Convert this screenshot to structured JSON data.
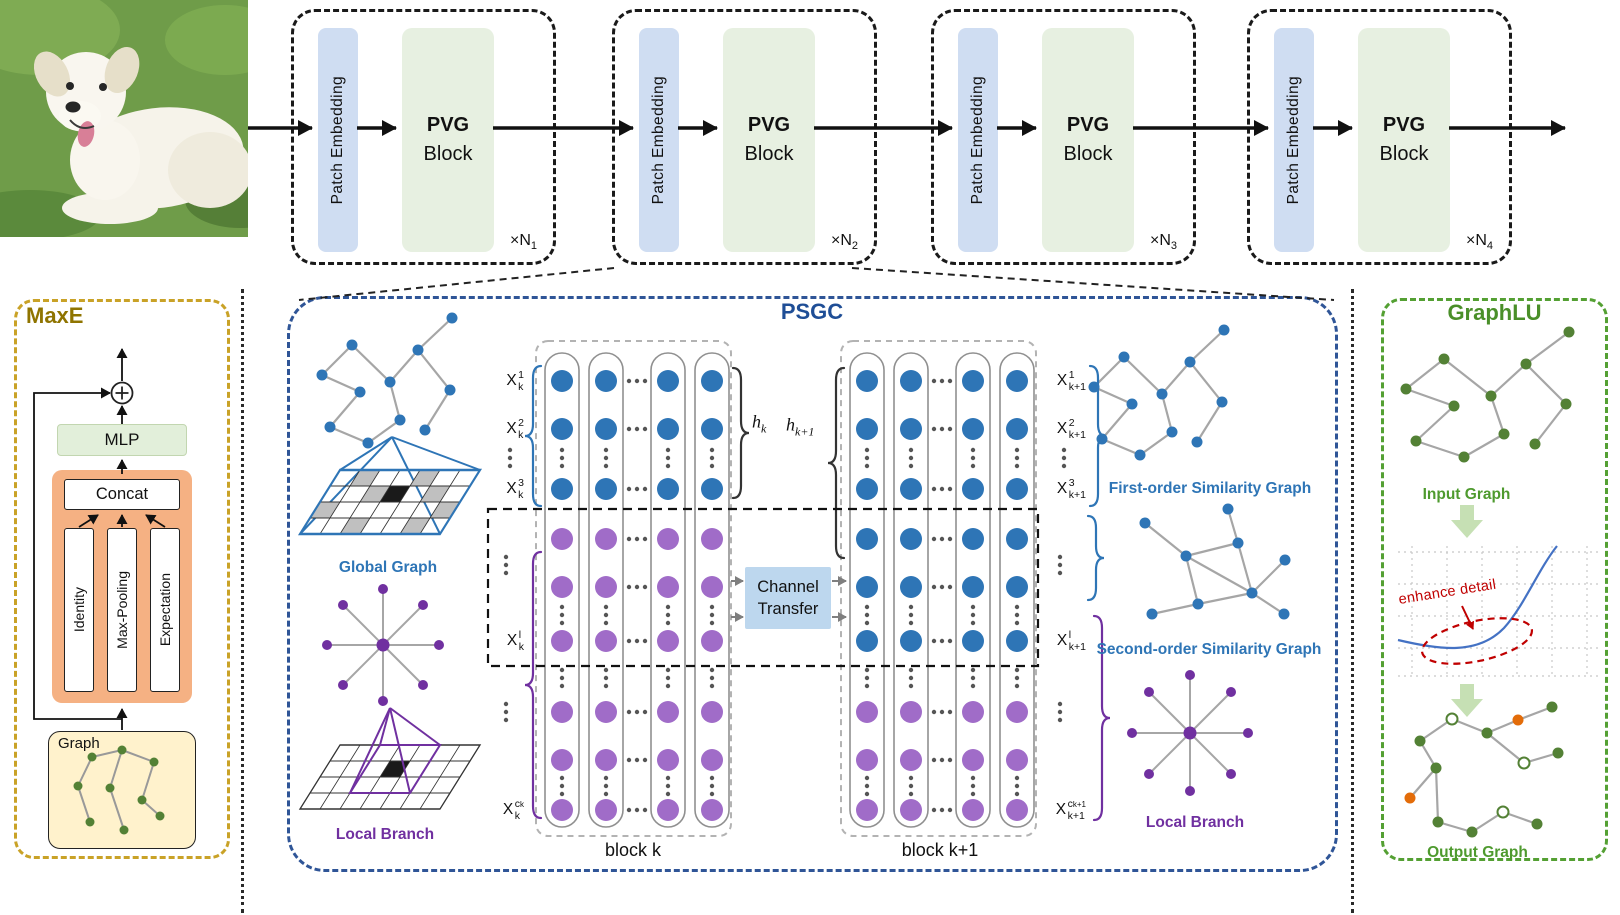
{
  "backbone": {
    "stages": [
      {
        "patch": "Patch Embedding",
        "pvg_title": "PVG",
        "pvg_sub": "Block",
        "mult": "×N",
        "mult_sub": "1"
      },
      {
        "patch": "Patch Embedding",
        "pvg_title": "PVG",
        "pvg_sub": "Block",
        "mult": "×N",
        "mult_sub": "2"
      },
      {
        "patch": "Patch Embedding",
        "pvg_title": "PVG",
        "pvg_sub": "Block",
        "mult": "×N",
        "mult_sub": "3"
      },
      {
        "patch": "Patch Embedding",
        "pvg_title": "PVG",
        "pvg_sub": "Block",
        "mult": "×N",
        "mult_sub": "4"
      }
    ]
  },
  "maxe": {
    "title": "MaxE",
    "mlp": "MLP",
    "concat": "Concat",
    "branches": [
      "Identity",
      "Max-Pooling",
      "Expectation"
    ],
    "graph_label": "Graph"
  },
  "psgc": {
    "title": "PSGC",
    "global_graph": "Global Graph",
    "local_branch_left": "Local Branch",
    "block_k": "block k",
    "block_k1": "block k+1",
    "channel_transfer": {
      "line1": "Channel",
      "line2": "Transfer"
    },
    "h_k": {
      "base": "h",
      "sub": "k"
    },
    "h_k1": {
      "base": "h",
      "sub": "k+1"
    },
    "labels_k": [
      {
        "base": "X",
        "sup": "1",
        "sub": "k"
      },
      {
        "base": "X",
        "sup": "2",
        "sub": "k"
      },
      {
        "base": "X",
        "sup": "3",
        "sub": "k"
      },
      {
        "base": "X",
        "sup": "l",
        "sub": "k"
      },
      {
        "base": "X",
        "sup": "c",
        "sup2": "k",
        "sub": "k"
      }
    ],
    "labels_k1": [
      {
        "base": "X",
        "sup": "1",
        "sub": "k+1"
      },
      {
        "base": "X",
        "sup": "2",
        "sub": "k+1"
      },
      {
        "base": "X",
        "sup": "3",
        "sub": "k+1"
      },
      {
        "base": "X",
        "sup": "l",
        "sub": "k+1"
      },
      {
        "base": "X",
        "sup": "c",
        "sup2": "k+1",
        "sub": "k+1"
      }
    ],
    "first_order": "First-order Similarity Graph",
    "second_order": "Second-order Similarity Graph",
    "local_branch_right": "Local Branch"
  },
  "graphlu": {
    "title": "GraphLU",
    "input_label": "Input Graph",
    "enhance_label": "enhance detail",
    "output_label": "Output Graph"
  },
  "colors": {
    "node_blue": "#2e75b6",
    "node_purple": "#7030a0",
    "column_purple": "#a06cc8",
    "node_green": "#538135",
    "node_orange": "#e36c09",
    "patch_box": "#cfddf2",
    "pvg_box": "#e7f0e1",
    "mlp_box": "#e2efda",
    "orange_box": "#f5b183",
    "graph_box": "#fff2cc",
    "channel_box": "#bdd7ee",
    "maxe_border": "#c9a227",
    "psgc_border": "#2f5597",
    "graphlu_border": "#54a033",
    "red_accent": "#c00000"
  }
}
